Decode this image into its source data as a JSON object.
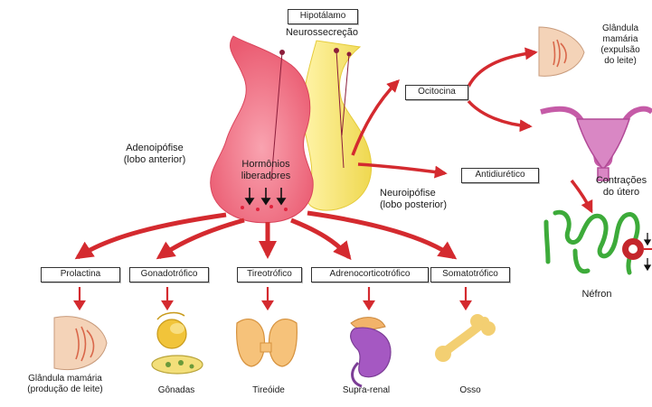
{
  "hypothalamus": {
    "box_label": "Hipotálamo",
    "sub_label": "Neurossecreção"
  },
  "adenohypophysis": {
    "line1": "Adenoipófise",
    "line2": "(lobo anterior)"
  },
  "releasing_hormones": {
    "line1": "Hormônios",
    "line2": "liberadores"
  },
  "neurohypophysis": {
    "line1": "Neuroipófise",
    "line2": "(lobo posterior)"
  },
  "posterior_hormones": {
    "oxytocin": "Ocitocina",
    "antidiuretic": "Antidiurético"
  },
  "oxytocin_targets": {
    "mammary_line1": "Glândula",
    "mammary_line2": "mamária",
    "mammary_line3": "(expulsão",
    "mammary_line4": "do leite)",
    "uterus_line1": "Contrações",
    "uterus_line2": "do útero"
  },
  "adh_target": {
    "label": "Néfron"
  },
  "anterior_hormones": [
    "Prolactina",
    "Gonadotrófico",
    "Tireotrófico",
    "Adrenocorticotrófico",
    "Somatotrófico"
  ],
  "anterior_targets": {
    "mammary_line1": "Glândula mamária",
    "mammary_line2": "(produção de leite)",
    "gonads": "Gônadas",
    "thyroid": "Tireóide",
    "adrenal": "Supra-renal",
    "bone": "Osso"
  },
  "colors": {
    "arrow_red": "#d42a2f",
    "pituitary_pink": "#ef6f82",
    "posterior_yellow": "#f3e170",
    "nephron_green": "#3dab3a",
    "uterus_pink": "#d36fb0"
  }
}
